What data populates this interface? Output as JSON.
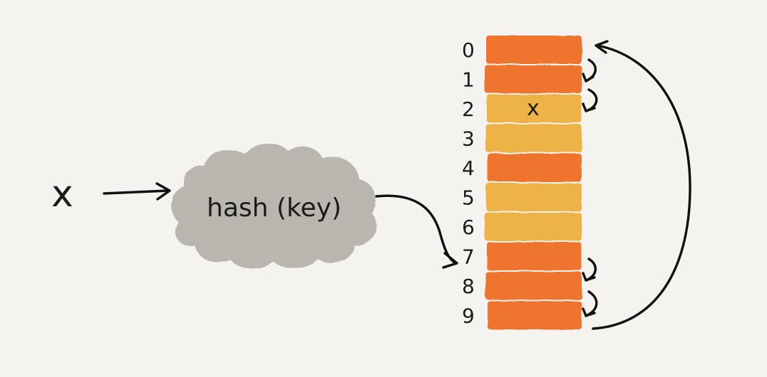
{
  "input_label": "x",
  "hash_label": "hash (key)",
  "table": {
    "slots": [
      {
        "index": "0",
        "state": "occupied",
        "content": ""
      },
      {
        "index": "1",
        "state": "occupied",
        "content": ""
      },
      {
        "index": "2",
        "state": "free",
        "content": "x"
      },
      {
        "index": "3",
        "state": "free",
        "content": ""
      },
      {
        "index": "4",
        "state": "occupied",
        "content": ""
      },
      {
        "index": "5",
        "state": "free",
        "content": ""
      },
      {
        "index": "6",
        "state": "free",
        "content": ""
      },
      {
        "index": "7",
        "state": "occupied",
        "content": ""
      },
      {
        "index": "8",
        "state": "occupied",
        "content": ""
      },
      {
        "index": "9",
        "state": "occupied",
        "content": ""
      }
    ],
    "hash_target_index": 7,
    "probe_sequence": [
      7,
      8,
      9,
      0,
      1,
      2
    ]
  },
  "colors": {
    "background": "#f4f3ef",
    "occupied": "#ef742e",
    "free": "#eeb347",
    "cloud": "#b8b6ae",
    "ink": "#111111"
  }
}
